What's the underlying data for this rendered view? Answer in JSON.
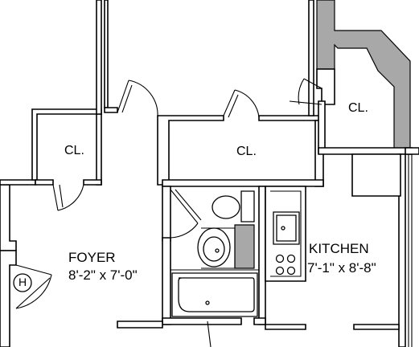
{
  "rooms": {
    "foyer": {
      "name": "FOYER",
      "dimensions": "8'-2\" x 7'-0\""
    },
    "kitchen": {
      "name": "KITCHEN",
      "dimensions": "7'-1\" x 8'-8\""
    }
  },
  "closets": {
    "left": "CL.",
    "center": "CL.",
    "right": "CL."
  },
  "heater": {
    "letter": "H"
  },
  "colors": {
    "wall_stroke": "#000000",
    "chase_gray": "#a8a8a8",
    "background": "#ffffff"
  }
}
